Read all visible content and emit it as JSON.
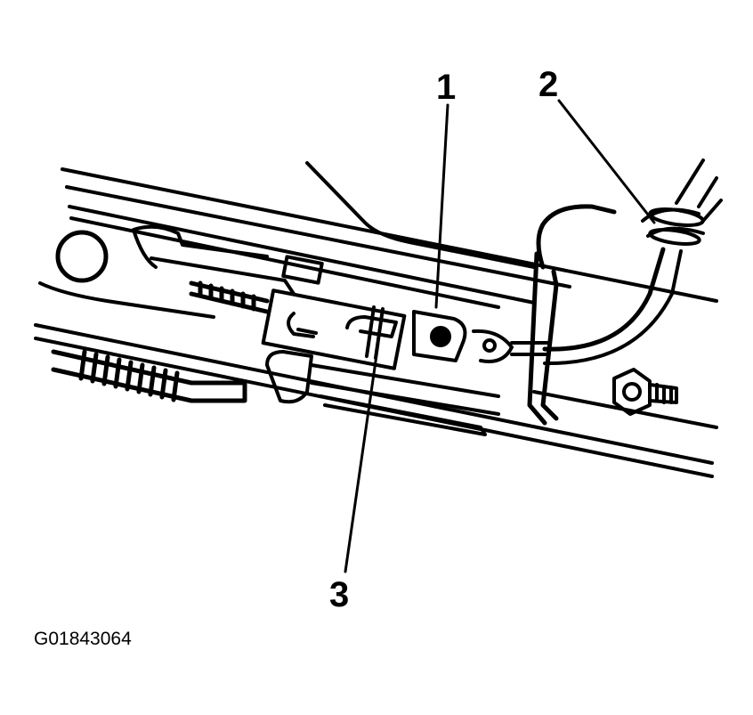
{
  "callouts": {
    "c1": "1",
    "c2": "2",
    "c3": "3"
  },
  "figure_id": "G01843064",
  "colors": {
    "ink": "#000000",
    "paper": "#ffffff"
  }
}
